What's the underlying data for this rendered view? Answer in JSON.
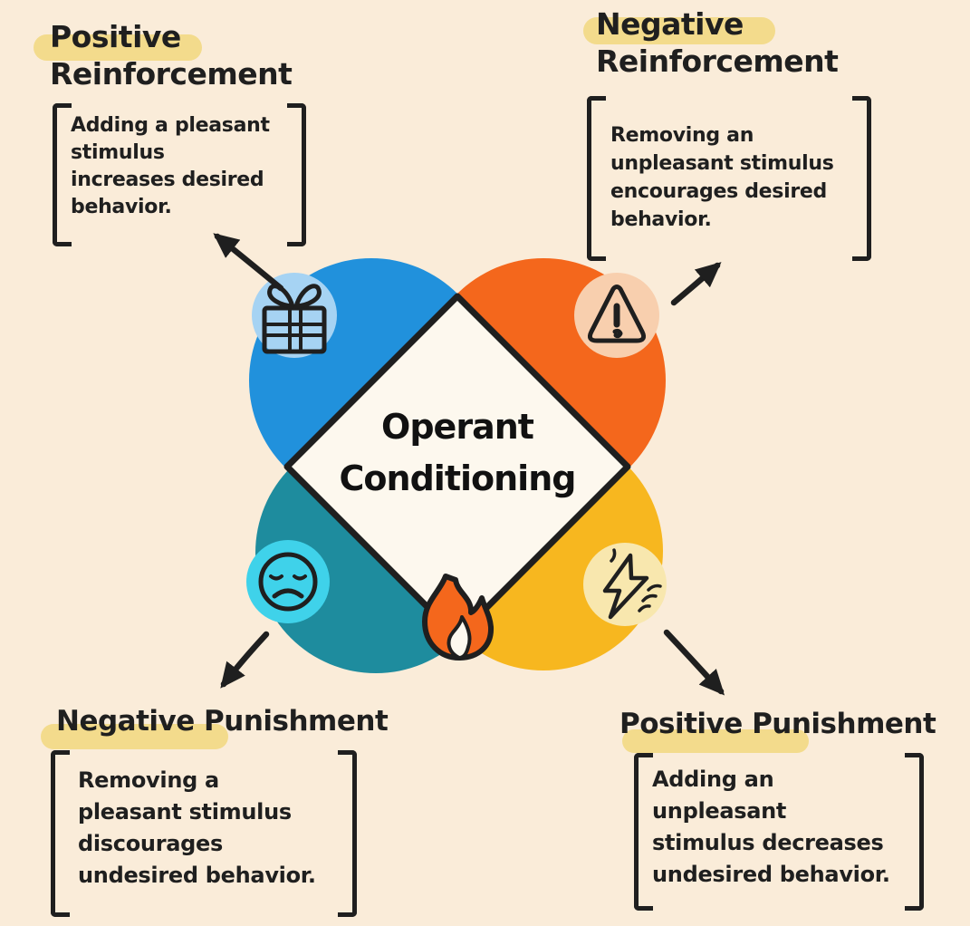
{
  "title": {
    "line1": "Operant",
    "line2": "Conditioning"
  },
  "quadrants": {
    "top_left": {
      "heading_word1": "Positive",
      "heading_word2": "Reinforcement",
      "icon": "gift-icon",
      "desc": [
        "Adding a pleasant",
        "stimulus",
        "increases desired",
        "behavior."
      ]
    },
    "top_right": {
      "heading_word1": "Negative",
      "heading_word2": "Reinforcement",
      "icon": "warning-icon",
      "desc": [
        "Removing an",
        "unpleasant stimulus",
        "encourages desired",
        "behavior."
      ]
    },
    "bottom_left": {
      "heading": "Negative Punishment",
      "icon": "sad-face-icon",
      "desc": [
        "Removing a",
        "pleasant stimulus",
        "discourages",
        "undesired behavior."
      ]
    },
    "bottom_right": {
      "heading": "Positive Punishment",
      "icon": "lightning-icon",
      "desc": [
        "Adding an",
        "unpleasant",
        "stimulus decreases",
        "undesired behavior."
      ]
    }
  },
  "colors": {
    "background": "#faecd9",
    "blue": "#2191dc",
    "orange": "#f4671c",
    "teal": "#1e8c9e",
    "yellow": "#f7b71f",
    "icon_blue": "#a6d3f3",
    "icon_peach": "#f8cfae",
    "icon_cyan": "#3fd2ea",
    "icon_yellow": "#f8e7ae",
    "highlight": "#f3db8c",
    "diamond": "#fdf8ee",
    "ink": "#1f1f1f",
    "fire": "#f4671c"
  }
}
